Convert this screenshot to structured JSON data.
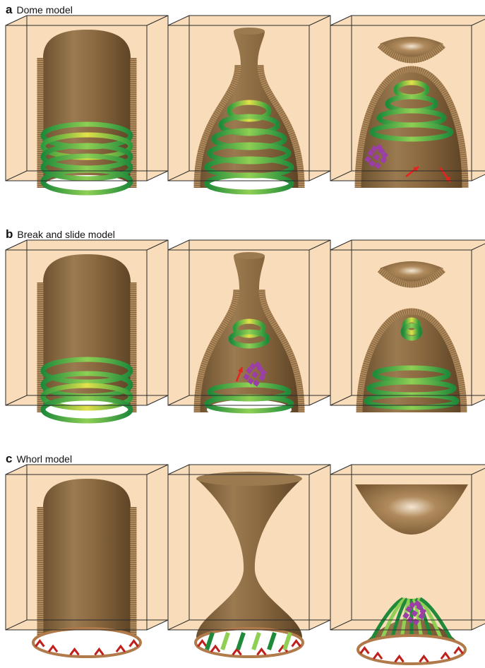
{
  "panels": [
    {
      "letter": "a",
      "title": "Dome model"
    },
    {
      "letter": "b",
      "title": "Break and slide model"
    },
    {
      "letter": "c",
      "title": "Whorl model"
    }
  ],
  "colors": {
    "box_fill": "#f9dcba",
    "box_edge": "#2b2b2b",
    "membrane": "#8a6840",
    "membrane_light": "#b08a5c",
    "ring_dark": "#1f8a3a",
    "ring_light": "#8fcf54",
    "ring_yellow": "#e3e24a",
    "protein": "#9b3ea8",
    "arrow": "#e52420"
  }
}
